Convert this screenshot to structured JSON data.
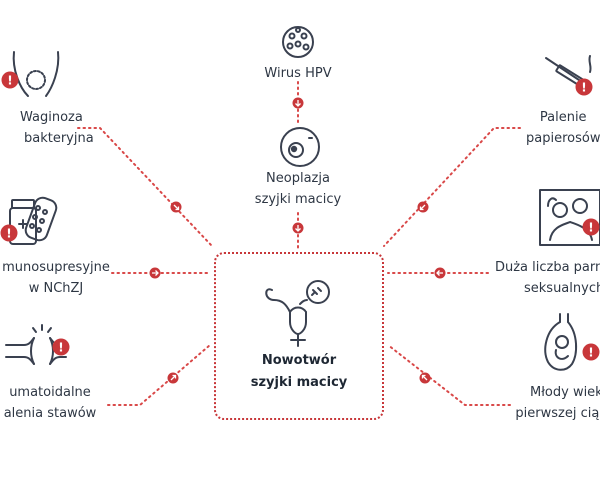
{
  "center": {
    "title_line1": "Nowotwór",
    "title_line2": "szyjki macicy",
    "icon": "uterus-icon"
  },
  "factors": {
    "hpv": {
      "line1": "Wirus HPV",
      "icon": "virus-icon"
    },
    "neoplasia": {
      "line1": "Neoplazja",
      "line2": "szyjki macicy",
      "icon": "cell-icon"
    },
    "vaginosis": {
      "line1": "Waginoza",
      "line2": "bakteryjna",
      "icon": "pelvis-icon"
    },
    "immuno": {
      "line1": "munosupresyjne",
      "line2": "w NChZJ",
      "icon": "medication-icon"
    },
    "arthritis": {
      "line1": "umatoidalne",
      "line2": "alenia stawów",
      "icon": "joint-icon"
    },
    "smoking": {
      "line1": "Palenie",
      "line2": "papierosów",
      "icon": "no-smoking-icon"
    },
    "partners": {
      "line1": "Duża liczba parn",
      "line2": "seksualnych",
      "icon": "couple-icon"
    },
    "pregnancy": {
      "line1": "Młody wiek",
      "line2": "pierwszej cią",
      "icon": "pregnancy-icon"
    }
  },
  "colors": {
    "accent": "#c8373a",
    "line": "#d94848",
    "icon": "#3a4150",
    "text": "#2e3744"
  },
  "alert_symbol": "!"
}
